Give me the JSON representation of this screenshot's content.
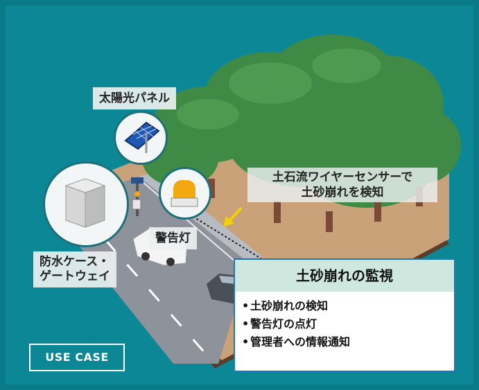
{
  "labels": {
    "solar_panel": "太陽光パネル",
    "warning_light": "警告灯",
    "case_gateway_line1": "防水ケース・",
    "case_gateway_line2": "ゲートウェイ",
    "wire_sensor_line1": "土石流ワイヤーセンサーで",
    "wire_sensor_line2": "土砂崩れを検知"
  },
  "info_card": {
    "title": "土砂崩れの監視",
    "items": [
      {
        "bullet": "•",
        "text": "土砂崩れの検知"
      },
      {
        "bullet": "•",
        "text": "警告灯の点灯"
      },
      {
        "bullet": "•",
        "text": "管理者への情報通知"
      }
    ]
  },
  "badge": {
    "text": "USE CASE"
  },
  "colors": {
    "background": "#0a7a88",
    "card_border": "#1c78b8",
    "card_header": "#cfe8df",
    "forest": "#3f8a44",
    "road": "#8a8f98",
    "soil": "#c9a27a",
    "beacon": "#f2a90f",
    "arrow": "#f3d000"
  },
  "icons": [
    "solar-panel-icon",
    "beacon-icon",
    "gateway-box-icon",
    "arrow-icon"
  ]
}
